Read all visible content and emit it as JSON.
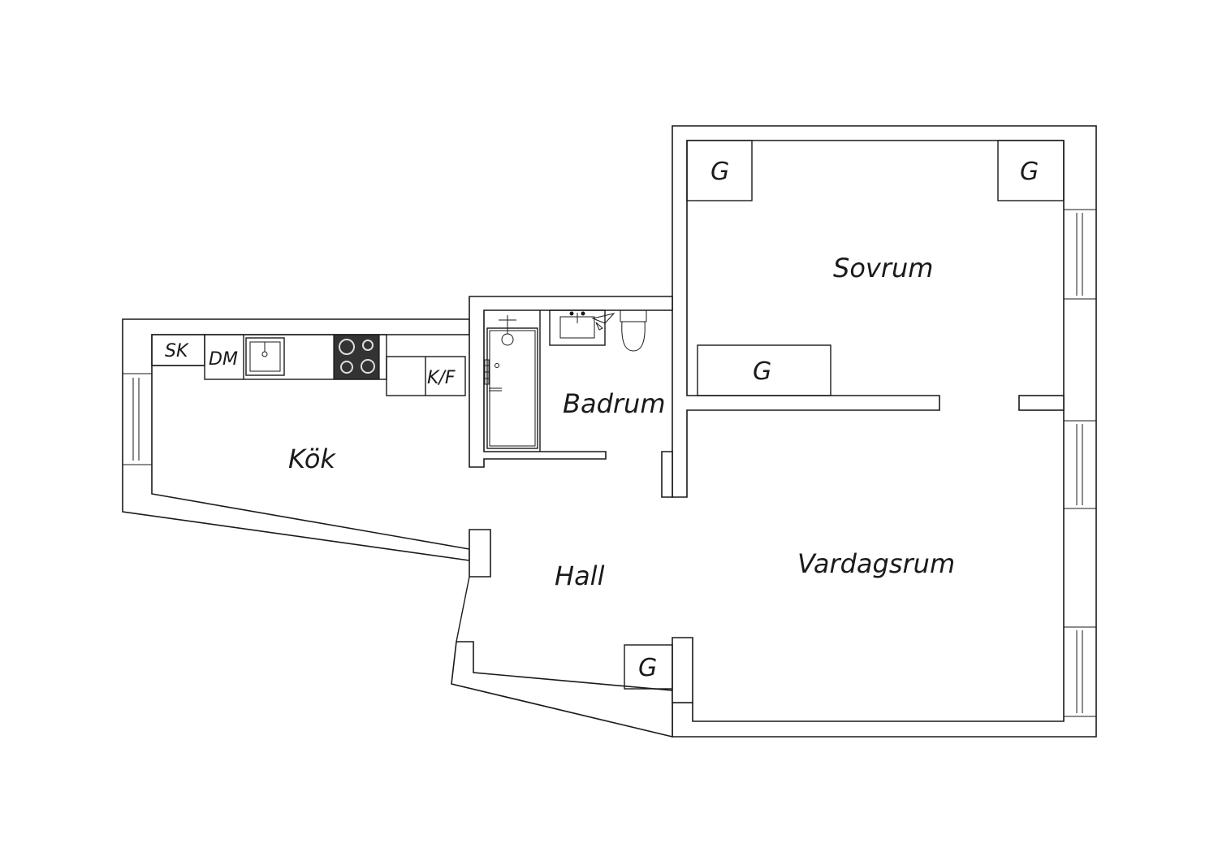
{
  "rooms": {
    "kok": "Kök",
    "badrum": "Badrum",
    "sovrum": "Sovrum",
    "hall": "Hall",
    "vardagsrum": "Vardagsrum"
  },
  "fixtures": {
    "wardrobe": "G",
    "sink_cabinet": "SK",
    "dishwasher": "DM",
    "fridge_freezer": "K/F"
  },
  "colors": {
    "line": "#1a1a1a",
    "stove": "#333333",
    "background": "#ffffff"
  }
}
